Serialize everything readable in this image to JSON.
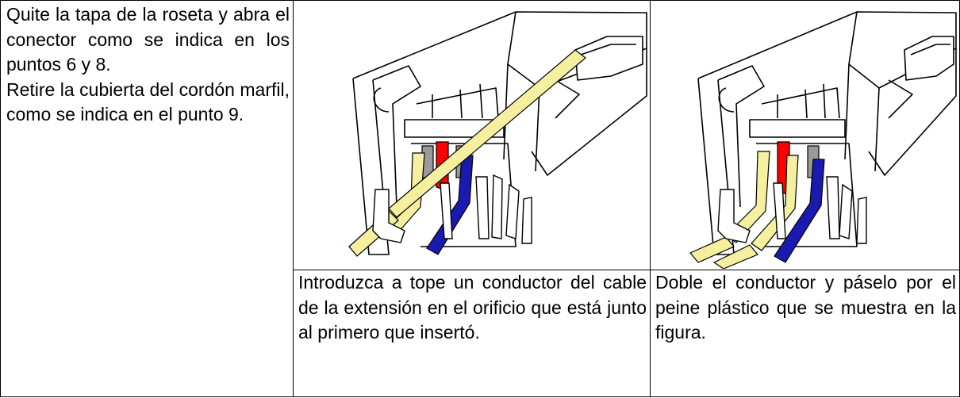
{
  "instructions": {
    "step_a_part1": "Quite la tapa de la roseta y abra el conector como se indica en los puntos 6 y 8.",
    "step_a_part2": "Retire la cubierta del cordón marfil, como se indica en el punto 9.",
    "caption_insert": "Introduzca a tope un conductor del cable de la extensión en el orificio que está junto al primero que insertó.",
    "caption_fold": "Doble el conductor y páselo por el peine plástico que se muestra en la figura."
  },
  "figures": {
    "insert": {
      "icon": "connector-insert-wire-illustration"
    },
    "fold": {
      "icon": "connector-fold-wire-illustration"
    }
  },
  "colors": {
    "wire_ivory": "#F5F0A0",
    "wire_red": "#FF0000",
    "wire_blue": "#1A1AB0",
    "wire_gray": "#9A9A9A",
    "line": "#000000"
  }
}
